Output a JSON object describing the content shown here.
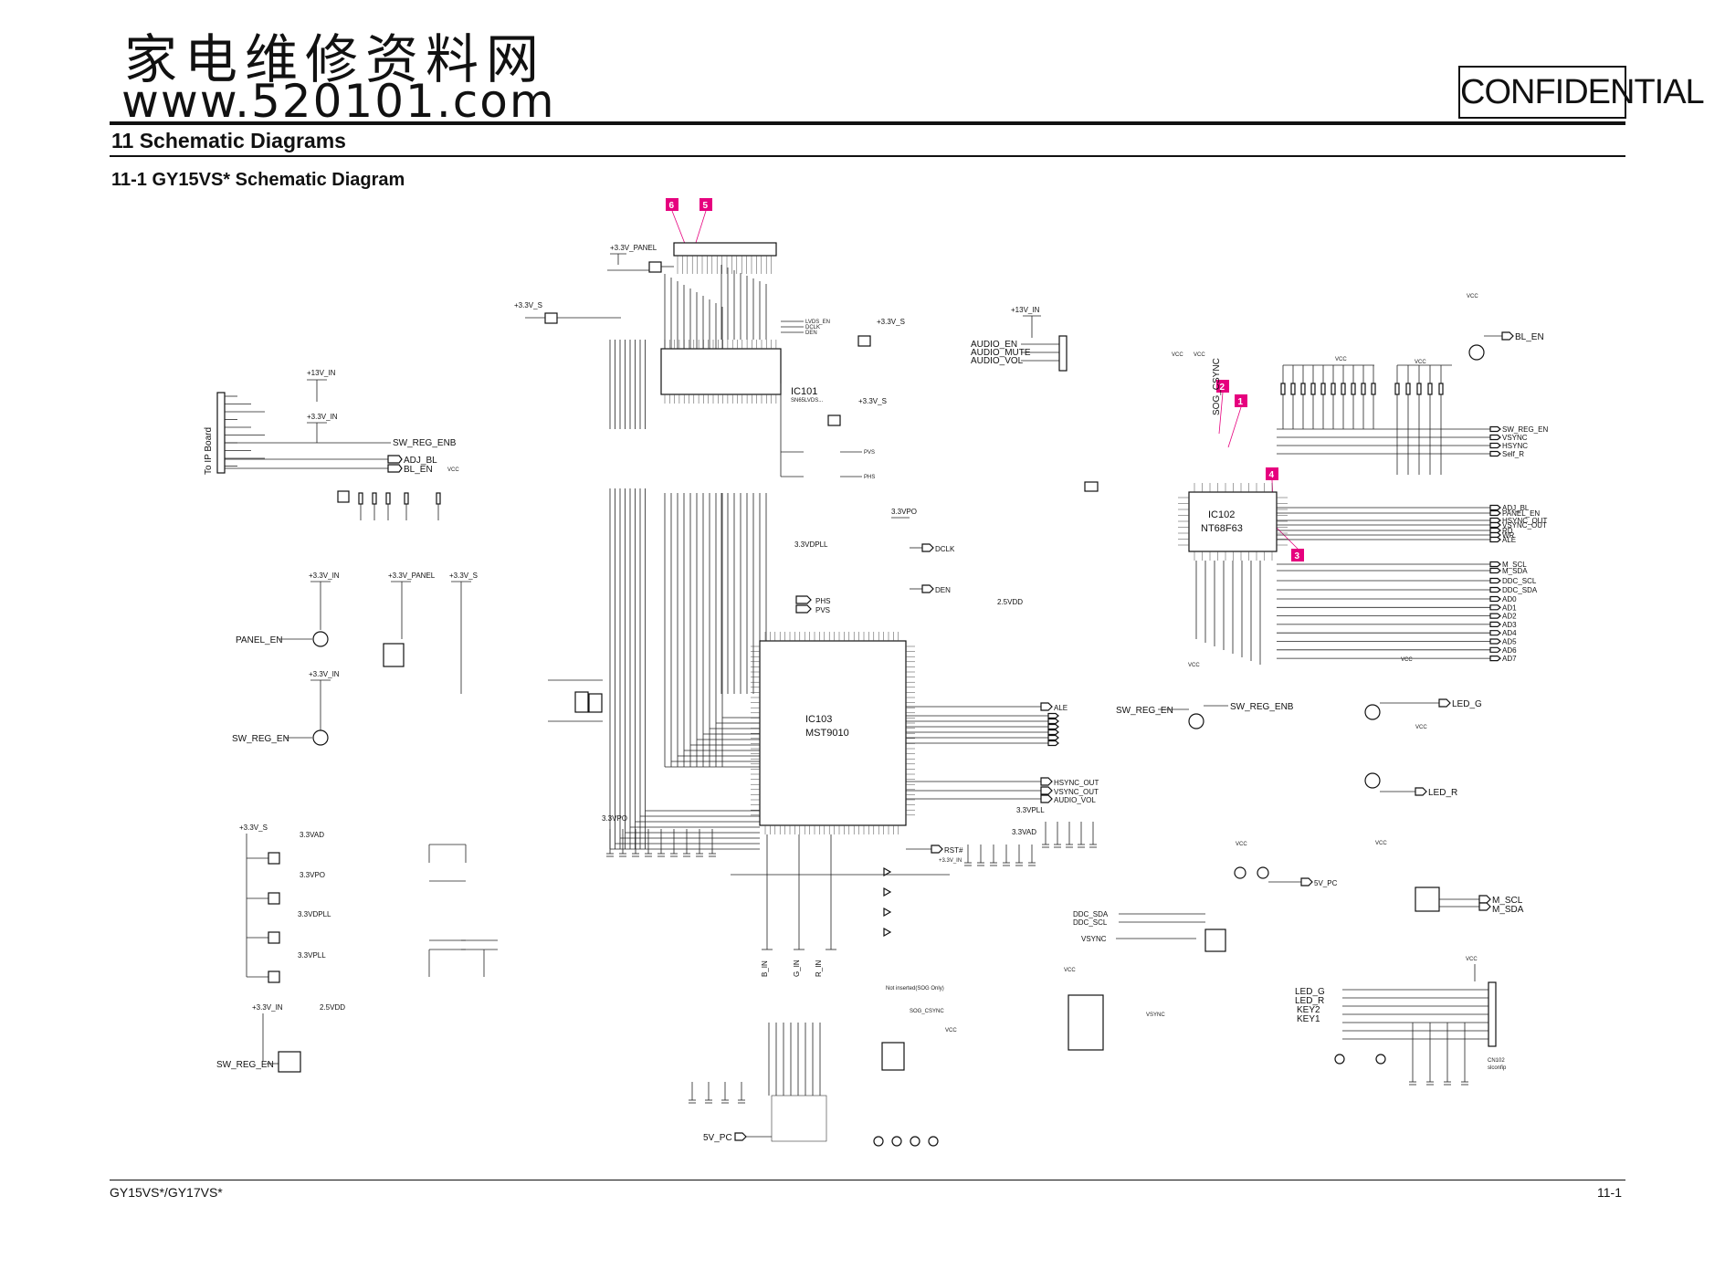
{
  "watermark": {
    "chinese": "家电维修资料网",
    "url": "www.520101.com"
  },
  "header": {
    "confidential": "CONFIDENTIAL",
    "section_title": "11 Schematic Diagrams",
    "subsection_title": "11-1 GY15VS* Schematic Diagram"
  },
  "footer": {
    "model": "GY15VS*/GY17VS*",
    "page": "11-1"
  },
  "markers": [
    "1",
    "2",
    "3",
    "4",
    "5",
    "6"
  ],
  "ics": {
    "ic101": [
      "IC101",
      "SN65LVDS..."
    ],
    "ic102": [
      "IC102",
      "NT68F63"
    ],
    "ic103": [
      "IC103",
      "MST9010"
    ]
  },
  "rails": {
    "p33_panel": "+3.3V_PANEL",
    "p33_s": "+3.3V_S",
    "p13_in": "+13V_IN",
    "p33_in": "+3.3V_IN",
    "vcc": "VCC",
    "v33vpo": "3.3VPO",
    "v33vpll": "3.3VPLL",
    "v33vdpll": "3.3VDPLL",
    "v33vad": "3.3VAD",
    "v25vdd": "2.5VDD",
    "v5pc": "5V_PC"
  },
  "signals": {
    "to_ip_board": "To IP Board",
    "sw_reg_enb": "SW_REG_ENB",
    "adj_bl": "ADJ_BL",
    "bl_en": "BL_EN",
    "panel_en": "PANEL_EN",
    "sw_reg_en": "SW_REG_EN",
    "audio_en": "AUDIO_EN",
    "audio_mute": "AUDIO_MUTE",
    "audio_vol": "AUDIO_VOL",
    "sog_csync": "SOG_CSYNC",
    "dclk": "DCLK",
    "den": "DEN",
    "phs": "PHS",
    "pvs": "PVS",
    "ale": "ALE",
    "ad": [
      "AD0",
      "AD1",
      "AD2",
      "AD3",
      "AD4",
      "AD5",
      "AD6",
      "AD7"
    ],
    "hsync_out": "HSYNC_OUT",
    "vsync_out": "VSYNC_OUT",
    "rst": "RST#",
    "b_in": "B_IN",
    "g_in": "G_IN",
    "r_in": "R_IN",
    "ic102_right": [
      "SW_REG_EN",
      "VSYNC",
      "HSYNC",
      "Self_R"
    ],
    "ic102_mid": [
      "ADJ_BL",
      "PANEL_EN",
      "HSYNC_OUT",
      "VSYNC_OUT",
      "RD",
      "WR",
      "ALE"
    ],
    "m_scl": "M_SCL",
    "m_sda": "M_SDA",
    "ddc_scl": "DDC_SCL",
    "ddc_sda": "DDC_SDA",
    "led_g": "LED_G",
    "led_r": "LED_R",
    "key2": "KEY2",
    "key1": "KEY1",
    "vsync": "VSYNC",
    "cn102": [
      "CN102",
      "slconfip"
    ],
    "not_inserted": "Not inserted(SOG Only)"
  }
}
